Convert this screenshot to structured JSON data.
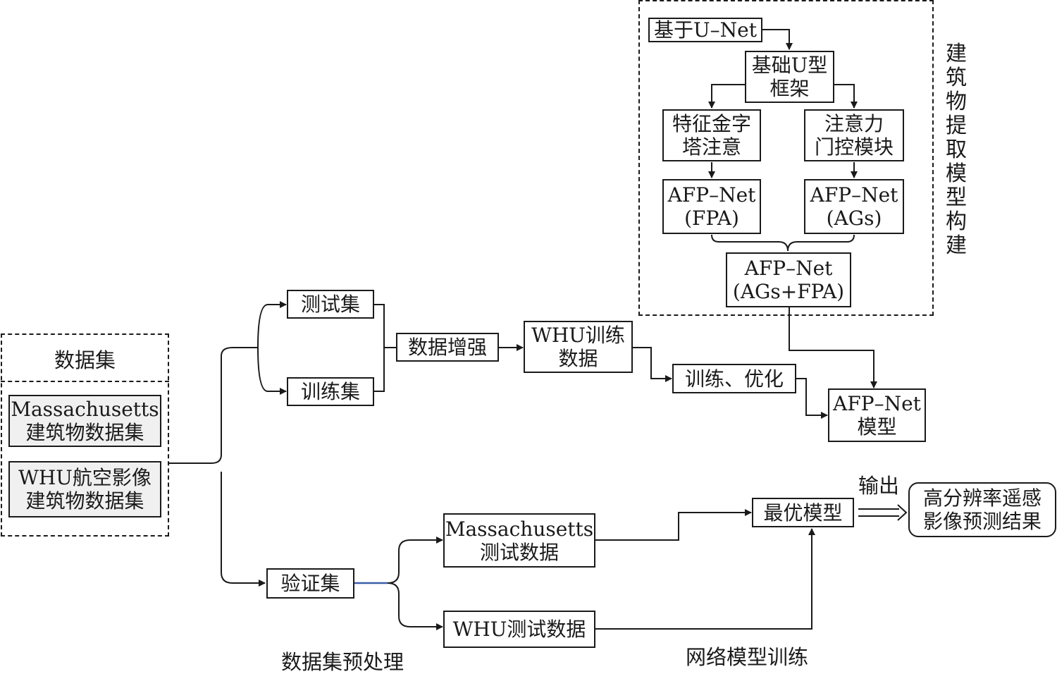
{
  "diagram": {
    "dataset_panel": {
      "title": "数据集",
      "items": [
        [
          "Massachusetts",
          "建筑物数据集"
        ],
        [
          "WHU航空影像",
          "建筑物数据集"
        ]
      ]
    },
    "nodes": {
      "test_set": "测试集",
      "train_set": "训练集",
      "val_set": "验证集",
      "augment": "数据增强",
      "whu_train": [
        "WHU训练",
        "数据"
      ],
      "train_opt": "训练、优化",
      "afp_model": [
        "AFP–Net",
        "模型"
      ],
      "mass_test": [
        "Massachusetts",
        "测试数据"
      ],
      "whu_test": "WHU测试数据",
      "best_model": "最优模型",
      "result": [
        "高分辨率遥感",
        "影像预测结果"
      ],
      "unet_base": "基于U–Net",
      "u_frame": [
        "基础U型",
        "框架"
      ],
      "fpa_attn": [
        "特征金字",
        "塔注意"
      ],
      "ag_module": [
        "注意力",
        "门控模块"
      ],
      "afp_fpa": [
        "AFP–Net",
        "(FPA)"
      ],
      "afp_ags": [
        "AFP–Net",
        "(AGs)"
      ],
      "afp_both": [
        "AFP–Net",
        "(AGs+FPA)"
      ]
    },
    "output_label": "输出",
    "region_label": "建筑物提取模型构建",
    "section_labels": {
      "preprocess": "数据集预处理",
      "training": "网络模型训练"
    },
    "colors": {
      "line": "#1a1a1a",
      "gray_fill": "#f0f0f0",
      "accent_line": "#3a5fa8"
    }
  }
}
